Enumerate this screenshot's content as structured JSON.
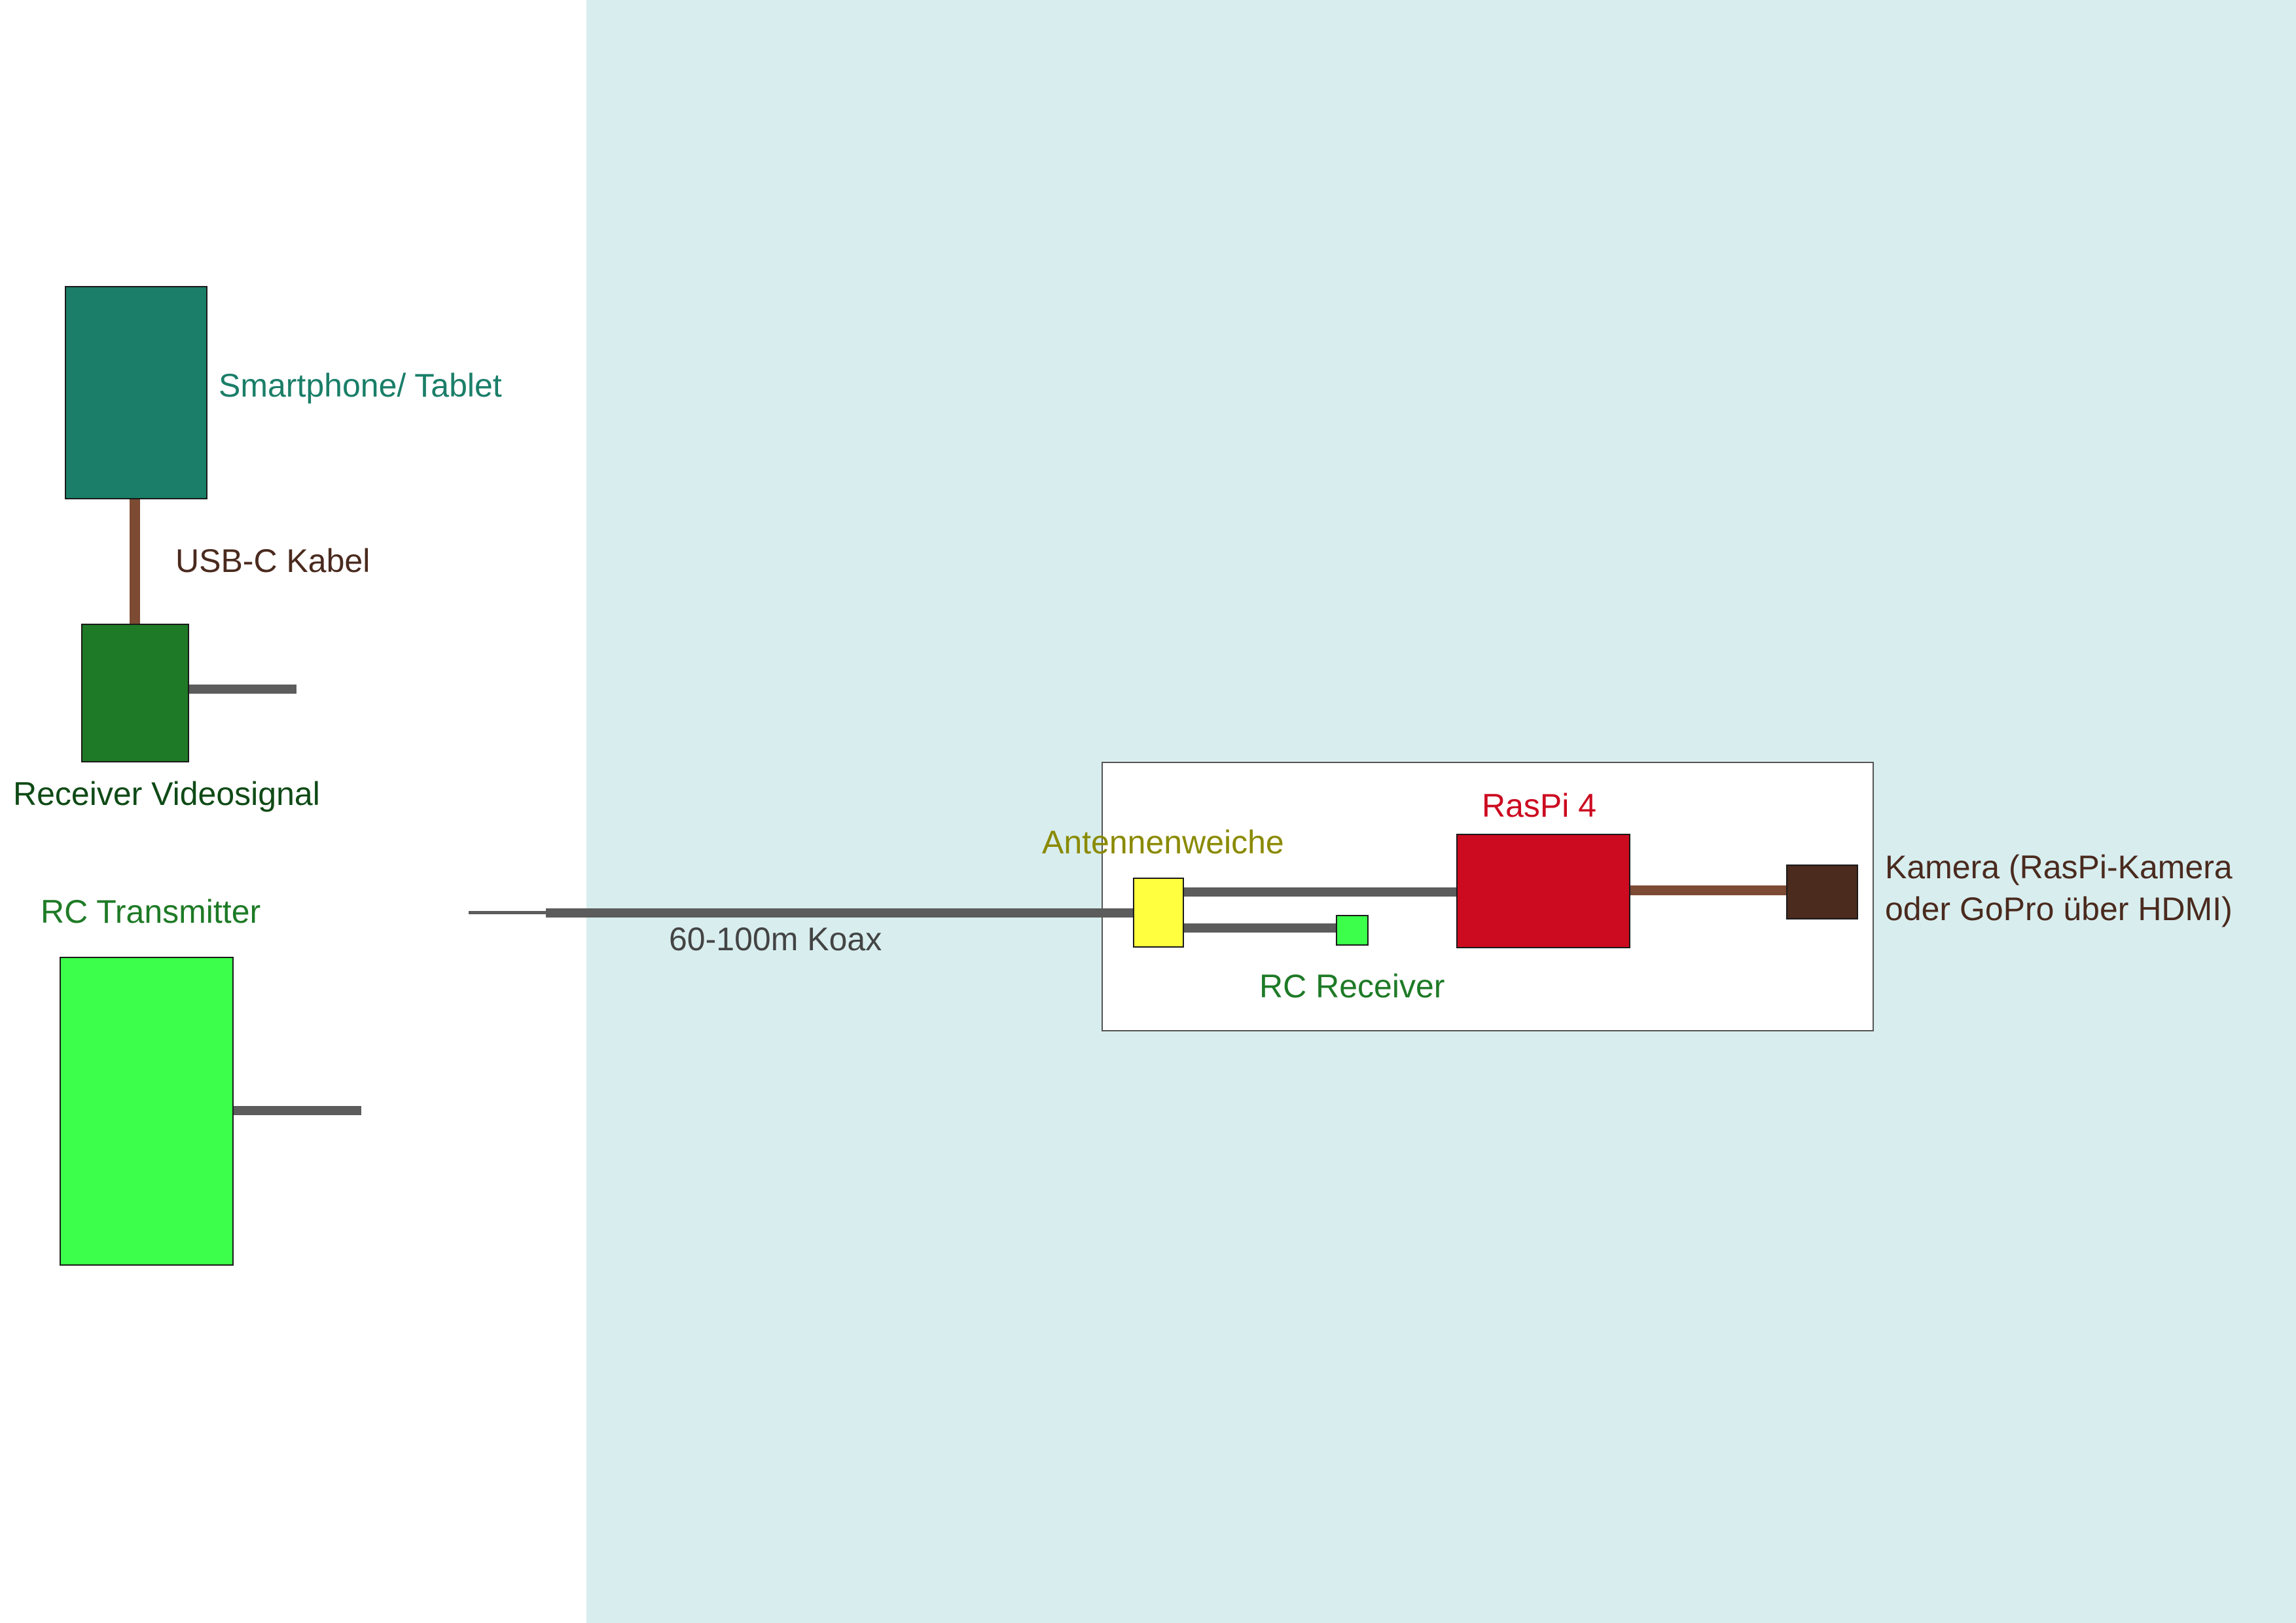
{
  "labels": {
    "smartphone": "Smartphone/ Tablet",
    "usb_cable": "USB-C Kabel",
    "video_receiver": "Receiver Videosignal",
    "rc_transmitter": "RC Transmitter",
    "coax": "60-100m Koax",
    "diplexer": "Antennenweiche",
    "raspi": "RasPi 4",
    "rc_receiver": "RC Receiver",
    "camera_line1": "Kamera (RasPi-Kamera",
    "camera_line2": "oder GoPro über HDMI)"
  },
  "colors": {
    "water": "#d8edee",
    "smartphone": "#1a7e68",
    "video_receiver": "#1e7a26",
    "rc_transmitter": "#3cff4c",
    "diplexer": "#ffff3f",
    "raspi": "#cc0a20",
    "rc_receiver": "#3cff4c",
    "camera": "#4b2b1e",
    "cable_gray": "#5c5c5c",
    "cable_brown": "#7d4a33",
    "label_teal": "#1a7e68",
    "label_brown": "#4a2a1e",
    "label_darkgreen": "#0f4a16",
    "label_green": "#1e7a26",
    "label_olive": "#8a8a00",
    "label_red": "#cc0a20",
    "label_gray": "#444444"
  }
}
